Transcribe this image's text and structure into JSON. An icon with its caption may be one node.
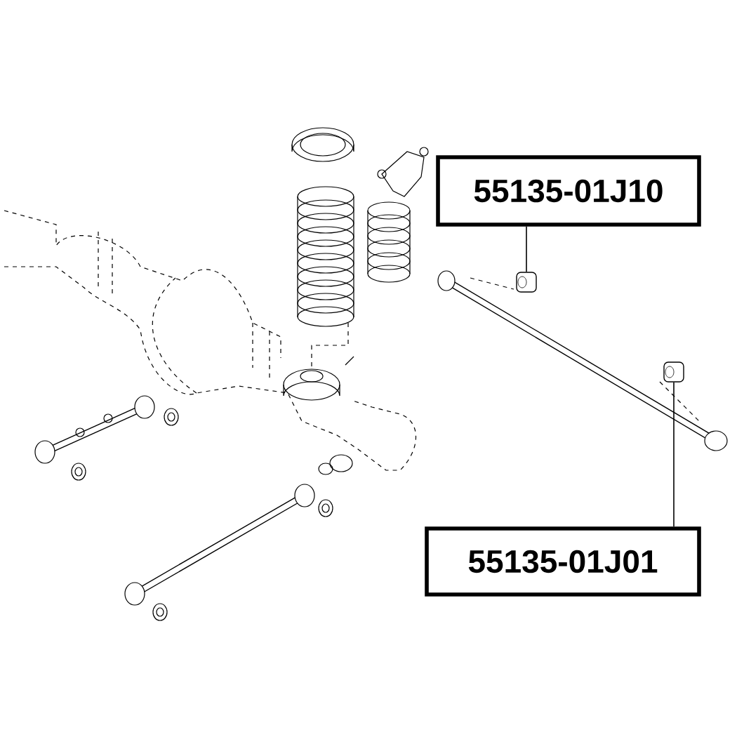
{
  "diagram": {
    "nodes": [
      {
        "text": [
          "55135-01J10"
        ]
      },
      {
        "text": [
          "55135-01J01"
        ]
      },
      {
        "text": [],
        "shape": "cylinder"
      },
      {
        "text": [],
        "shape": "cylinder"
      }
    ],
    "edges": [
      {
        "from": 0,
        "to": 2,
        "arrow": "none"
      },
      {
        "from": 1,
        "to": 3,
        "arrow": "none"
      }
    ]
  }
}
